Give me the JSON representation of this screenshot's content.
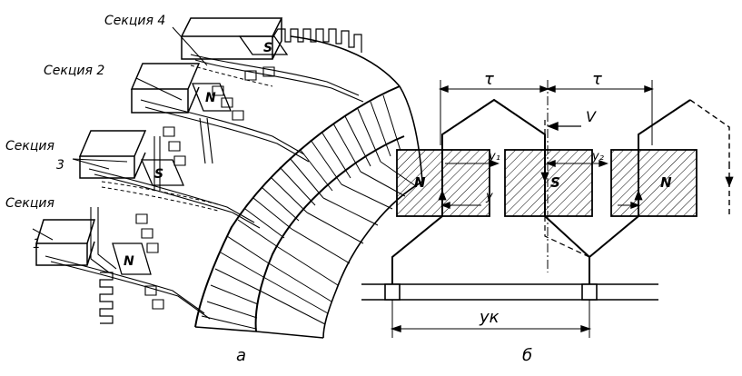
{
  "left_figure": {
    "labels": {
      "section4": "Секция 4",
      "section2": "Секция 2",
      "section3_line1": "Секция",
      "section3_line2": "3",
      "section1_line1": "Секция",
      "section1_line2": "1"
    },
    "poles": [
      "S",
      "N",
      "S",
      "N"
    ],
    "caption": "а"
  },
  "right_figure": {
    "tau_left": "τ",
    "tau_right": "τ",
    "velocity": "V",
    "y1": "y₁",
    "y2": "y₂",
    "y": "y",
    "poles": [
      "N",
      "S",
      "N"
    ],
    "pitch": "yк",
    "caption": "б"
  },
  "colors": {
    "ink": "#000000",
    "paper": "#ffffff"
  }
}
